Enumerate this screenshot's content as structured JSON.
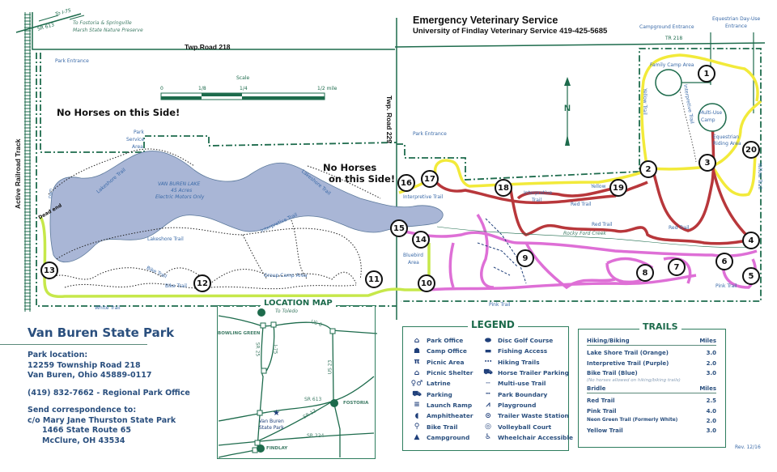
{
  "header": {
    "emergency_title": "Emergency Veterinary Service",
    "emergency_detail": "University of Findlay Veterinary Service 419-425-5685"
  },
  "roads": {
    "twp_218": "Twp.Road 218",
    "twp_229": "Twp. Road 229",
    "tr_218": "TR 218",
    "railroad": "Active Railroad Track",
    "sr613": "SR 613",
    "to_i75": "To I-75",
    "to_fostoria_1": "To Fostoria & Springville",
    "to_fostoria_2": "Marsh State Nature Preserve"
  },
  "entrances": {
    "park_entrance_west": "Park Entrance",
    "park_entrance_mid": "Park Entrance",
    "campground_entrance": "Campground Entrance",
    "equestrian_entrance_1": "Equestrian Day-Use",
    "equestrian_entrance_2": "Entrance"
  },
  "scale": {
    "title": "Scale",
    "ticks": [
      "0",
      "1/8",
      "1/4",
      "1/2 mile"
    ]
  },
  "warnings": {
    "west": "No Horses on this Side!",
    "mid_1": "No Horses",
    "mid_2": "on this Side!"
  },
  "north": "N",
  "lake": {
    "name": "VAN BUREN LAKE",
    "acres": "45 Acres",
    "motors": "Electric Motors Only"
  },
  "areas": {
    "park_service_1": "Park",
    "park_service_2": "Service",
    "park_service_3": "Area",
    "dead_end": "Dead end",
    "dam": "Dam",
    "group_camp": "Group Camp Area",
    "bluebird_1": "Bluebird",
    "bluebird_2": "Area",
    "family_camp": "Family Camp Area",
    "multi_use_1": "Multi-Use",
    "multi_use_2": "Camp",
    "equestrian_riding_1": "Equestrian",
    "equestrian_riding_2": "Riding Area",
    "rocky_ford": "Rocky Ford Creek"
  },
  "trail_labels": {
    "lakeshore_1": "Lakeshore Trail",
    "lakeshore_2": "Lakeshore Trail",
    "lakeshore_3": "Lakeshore Trail",
    "interpretive_1": "Interpretive Trail",
    "interpretive_2": "Interpretive Trail",
    "interpretive_3a": "Interpretive",
    "interpretive_3b": "Trail",
    "interpretive_4": "Interpretive Trail",
    "bike_1": "Bike Trail",
    "bike_2": "Bike Trail",
    "white": "White Trail",
    "pink_1": "Pink Trail",
    "pink_2": "Pink Trail",
    "red_1": "Red Trail",
    "red_2": "Red Trail",
    "red_3": "Red Trail",
    "yellow_1": "Yellow Trail",
    "yellow_2": "Yellow",
    "yellow_3": "Yellow Trail"
  },
  "markers": [
    "1",
    "2",
    "3",
    "4",
    "5",
    "6",
    "7",
    "8",
    "9",
    "10",
    "11",
    "12",
    "13",
    "14",
    "15",
    "16",
    "17",
    "18",
    "19",
    "20"
  ],
  "colors": {
    "trail_yellow": "#f2ea3a",
    "trail_red": "#b8373b",
    "trail_pink": "#de6fd6",
    "trail_green": "#c6e84a",
    "park_green": "#1d6b4c",
    "lake": "#a9b6d6",
    "text_blue": "#2a4f7e"
  },
  "info": {
    "park_name": "Van Buren State Park",
    "location_label": "Park location:",
    "address_1": "12259 Township Road 218",
    "address_2": "Van Buren, Ohio 45889-0117",
    "phone": "(419) 832-7662 - Regional Park Office",
    "correspondence_label": "Send correspondence to:",
    "corr_1": "c/o Mary Jane Thurston State Park",
    "corr_2": "1466 State Route 65",
    "corr_3": "McClure, OH 43534"
  },
  "location_map": {
    "title": "LOCATION MAP",
    "to_toledo": "To Toledo",
    "bowling_green": "BOWLING GREEN",
    "us6": "US 6",
    "sr25": "SR 25",
    "i75": "I-75",
    "us23": "US 23",
    "sr613": "SR 613",
    "fostoria": "FOSTORIA",
    "sr12": "SR 12",
    "van_buren_1": "Van Buren",
    "van_buren_2": "State Park",
    "sr224": "SR 224",
    "findlay": "FINDLAY"
  },
  "legend": {
    "title": "LEGEND",
    "left": [
      {
        "icon": "park-office-icon",
        "glyph": "⌂",
        "label": "Park Office"
      },
      {
        "icon": "camp-office-icon",
        "glyph": "☗",
        "label": "Camp Office"
      },
      {
        "icon": "picnic-area-icon",
        "glyph": "π",
        "label": "Picnic Area"
      },
      {
        "icon": "picnic-shelter-icon",
        "glyph": "⌂",
        "label": "Picnic Shelter"
      },
      {
        "icon": "latrine-icon",
        "glyph": "♀♂",
        "label": "Latrine"
      },
      {
        "icon": "parking-icon",
        "glyph": "⛟",
        "label": "Parking"
      },
      {
        "icon": "launch-ramp-icon",
        "glyph": "≡",
        "label": "Launch Ramp"
      },
      {
        "icon": "amphitheater-icon",
        "glyph": "◖",
        "label": "Amphitheater"
      },
      {
        "icon": "bike-trail-icon",
        "glyph": "⚲",
        "label": "Bike Trail"
      },
      {
        "icon": "campground-icon",
        "glyph": "▲",
        "label": "Campground"
      }
    ],
    "right": [
      {
        "icon": "disc-golf-icon",
        "glyph": "⬬",
        "label": "Disc Golf Course"
      },
      {
        "icon": "fishing-access-icon",
        "glyph": "▬",
        "label": "Fishing Access"
      },
      {
        "icon": "hiking-trails-icon",
        "glyph": "⋯",
        "label": "Hiking Trails"
      },
      {
        "icon": "horse-trailer-parking-icon",
        "glyph": "⛟",
        "label": "Horse Trailer Parking"
      },
      {
        "icon": "multi-use-trail-icon",
        "glyph": "╌",
        "label": "Multi-use Trail"
      },
      {
        "icon": "park-boundary-icon",
        "glyph": "┅",
        "label": "Park Boundary"
      },
      {
        "icon": "playground-icon",
        "glyph": "⩘",
        "label": "Playground"
      },
      {
        "icon": "trailer-waste-station-icon",
        "glyph": "⊙",
        "label": "Trailer Waste Station"
      },
      {
        "icon": "volleyball-court-icon",
        "glyph": "◎",
        "label": "Volleyball Court"
      },
      {
        "icon": "wheelchair-icon",
        "glyph": "♿",
        "label": "Wheelchair Accessible"
      }
    ]
  },
  "trails_table": {
    "title": "TRAILS",
    "hiking_header": "Hiking/Biking",
    "miles_header": "Miles",
    "hiking": [
      {
        "name": "Lake Shore Trail (Orange)",
        "miles": "3.0"
      },
      {
        "name": "Interpretive Trail (Purple)",
        "miles": "2.0"
      },
      {
        "name": "Bike Trail (Blue)",
        "miles": "3.0"
      }
    ],
    "note": "(No horses allowed on hiking/biking trails)",
    "bridle_header": "Bridle",
    "bridle_miles_header": "Miles",
    "bridle": [
      {
        "name": "Red Trail",
        "miles": "2.5"
      },
      {
        "name": "Pink Trail",
        "miles": "4.0"
      },
      {
        "name": "Neon Green Trail (Formerly White)",
        "miles": "2.0"
      },
      {
        "name": "Yellow Trail",
        "miles": "3.0"
      }
    ]
  },
  "revision": "Rev. 12/16"
}
